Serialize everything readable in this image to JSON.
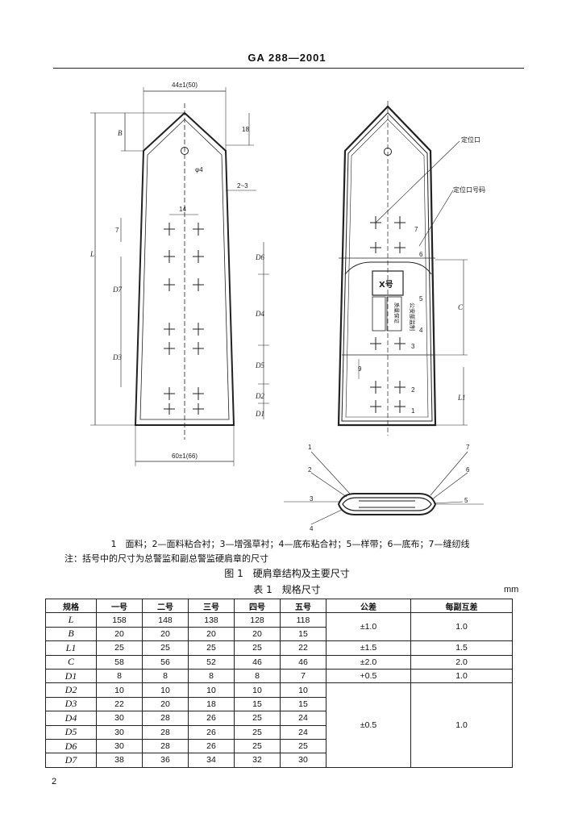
{
  "header": {
    "standard": "GA 288—2001"
  },
  "figure": {
    "left": {
      "width_top_label": "44±1(50)",
      "width_bottom_label": "60±1(66)",
      "B": "B",
      "L": "L",
      "offset_label": "18",
      "gap_label": "2~3",
      "hole_label": "φ4",
      "spacing_label": "14",
      "seven": "7",
      "D1": "D1",
      "D2": "D2",
      "D3": "D3",
      "D4": "D4",
      "D5": "D5",
      "D6": "D6",
      "D7": "D7"
    },
    "right": {
      "locator_label": "定位口",
      "locator_no_label": "定位口号码",
      "C": "C",
      "L1": "L1",
      "badge_text": "X号",
      "made_label": "公安部监制",
      "quality_label": "质量保证",
      "numbers": [
        "1",
        "2",
        "3",
        "4",
        "5",
        "6",
        "7"
      ],
      "nine": "9"
    },
    "section_callouts": [
      "1",
      "2",
      "3",
      "4",
      "5",
      "6",
      "7"
    ],
    "legend": "1　面料；2—面料粘合衬；3—增强草衬；4—底布粘合衬；5—样带；6—底布；7—缝纫线",
    "note": "注：括号中的尺寸为总警监和副总警监硬肩章的尺寸",
    "caption": "图 1　硬肩章结构及主要尺寸"
  },
  "table": {
    "caption": "表 1　规格尺寸",
    "unit": "mm",
    "headers": [
      "规格",
      "一号",
      "二号",
      "三号",
      "四号",
      "五号",
      "公差",
      "每副互差"
    ],
    "rows": [
      {
        "sym": "L",
        "v": [
          "158",
          "148",
          "138",
          "128",
          "118"
        ]
      },
      {
        "sym": "B",
        "v": [
          "20",
          "20",
          "20",
          "20",
          "15"
        ]
      },
      {
        "sym": "L1",
        "v": [
          "25",
          "25",
          "25",
          "25",
          "22"
        ]
      },
      {
        "sym": "C",
        "v": [
          "58",
          "56",
          "52",
          "46",
          "46"
        ]
      },
      {
        "sym": "D1",
        "v": [
          "8",
          "8",
          "8",
          "8",
          "7"
        ]
      },
      {
        "sym": "D2",
        "v": [
          "10",
          "10",
          "10",
          "10",
          "10"
        ]
      },
      {
        "sym": "D3",
        "v": [
          "22",
          "20",
          "18",
          "15",
          "15"
        ]
      },
      {
        "sym": "D4",
        "v": [
          "30",
          "28",
          "26",
          "25",
          "24"
        ]
      },
      {
        "sym": "D5",
        "v": [
          "30",
          "28",
          "26",
          "25",
          "24"
        ]
      },
      {
        "sym": "D6",
        "v": [
          "30",
          "28",
          "26",
          "25",
          "25"
        ]
      },
      {
        "sym": "D7",
        "v": [
          "38",
          "36",
          "34",
          "32",
          "30"
        ]
      }
    ],
    "tolerance": [
      "±1.0",
      "±1.5",
      "±2.0",
      "+0.5",
      "±0.5"
    ],
    "pair_diff": [
      "1.0",
      "1.5",
      "2.0",
      "1.0",
      "1.0"
    ]
  },
  "page_number": "2"
}
